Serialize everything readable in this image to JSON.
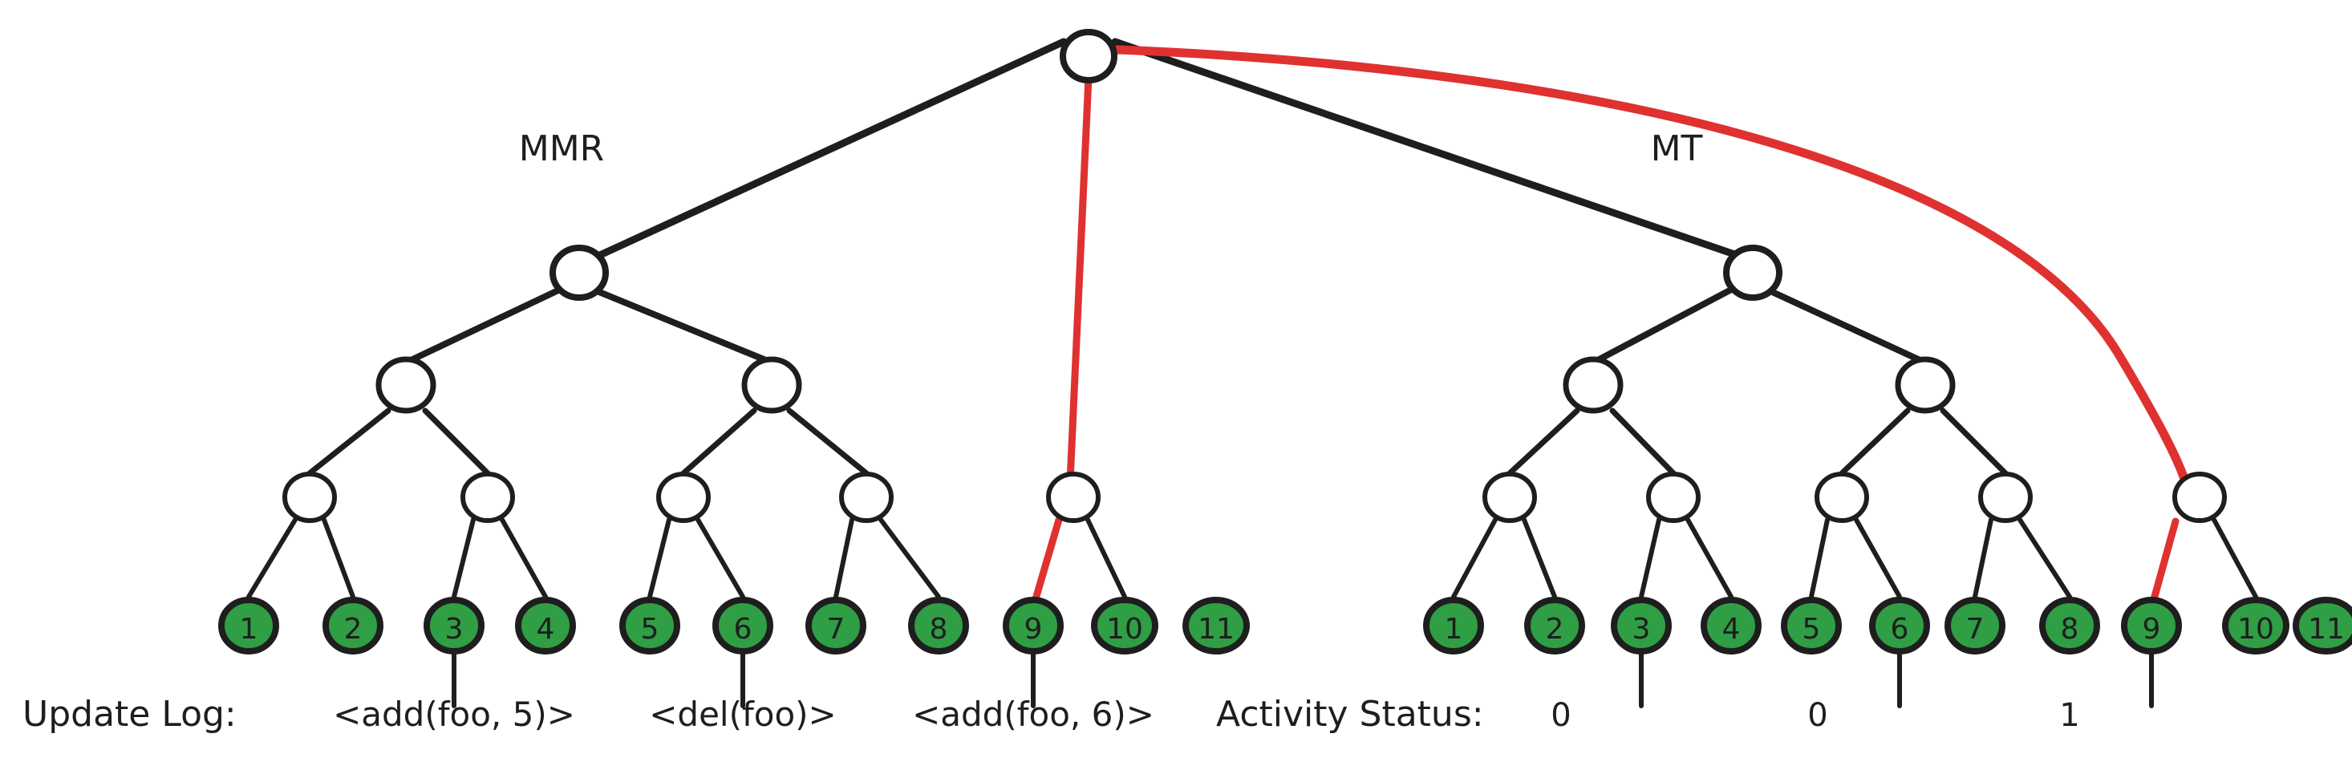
{
  "diagram": {
    "title_left": "MMR",
    "title_right": "MT",
    "colors": {
      "leaf_fill": "#2f9e44",
      "stroke": "#1e1e1e",
      "highlight": "#e03131",
      "background": "#ffffff"
    },
    "leaf_values": [
      "1",
      "2",
      "3",
      "4",
      "5",
      "6",
      "7",
      "8",
      "9",
      "10",
      "11"
    ],
    "highlighted_leaf": "9"
  },
  "update_log": {
    "caption": "Update Log:",
    "entries": [
      {
        "leaf": "3",
        "text": "<add(foo, 5)>"
      },
      {
        "leaf": "6",
        "text": "<del(foo)>"
      },
      {
        "leaf": "9",
        "text": "<add(foo, 6)>"
      }
    ]
  },
  "activity_status": {
    "caption": "Activity Status:",
    "entries": [
      {
        "leaf": "3",
        "value": "0"
      },
      {
        "leaf": "6",
        "value": "0"
      },
      {
        "leaf": "9",
        "value": "1"
      }
    ]
  },
  "left_tree": {
    "name": "MMR",
    "leaves": [
      "1",
      "2",
      "3",
      "4",
      "5",
      "6",
      "7",
      "8",
      "9",
      "10",
      "11"
    ]
  },
  "right_tree": {
    "name": "MT",
    "leaves": [
      "1",
      "2",
      "3",
      "4",
      "5",
      "6",
      "7",
      "8",
      "9",
      "10",
      "11"
    ]
  }
}
